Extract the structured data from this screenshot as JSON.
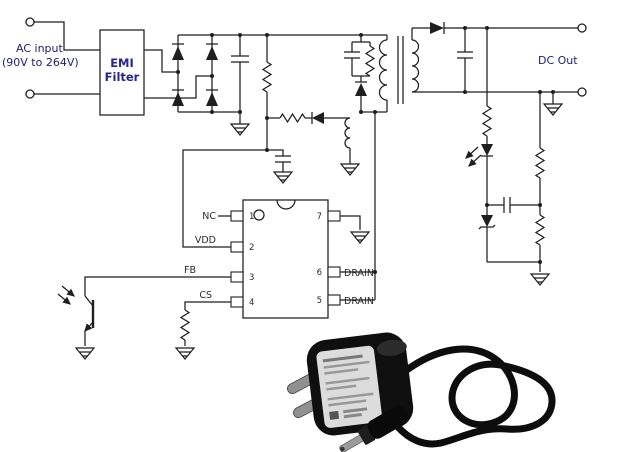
{
  "schematic": {
    "ac_input": {
      "line1": "AC input",
      "line2": "(90V to 264V)"
    },
    "emi_filter": {
      "line1": "EMI",
      "line2": "Filter"
    },
    "dc_out": "DC Out",
    "ic": {
      "left_pins": [
        {
          "num": "1",
          "label": "NC"
        },
        {
          "num": "2",
          "label": "VDD"
        },
        {
          "num": "3",
          "label": "FB"
        },
        {
          "num": "4",
          "label": "CS"
        }
      ],
      "right_pins": [
        {
          "num": "7",
          "label": ""
        },
        {
          "num": "6",
          "label": "DRAIN"
        },
        {
          "num": "5",
          "label": "DRAIN"
        }
      ]
    },
    "colors": {
      "wire": "#1f1f1f",
      "label_blue": "#20206e",
      "adapter_black": "#0f0f0f"
    }
  }
}
